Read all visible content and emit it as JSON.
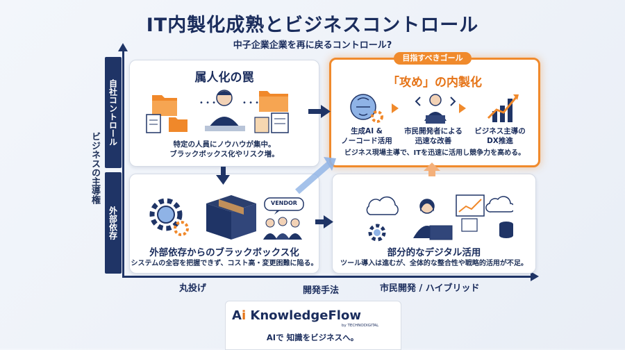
{
  "title": "IT内製化成熟とビジネスコントロール",
  "subtitle": "中子企業企業を再に戻るコントロール?",
  "y_axis": {
    "label": "ビジネスの主導権",
    "band_top": "自社コントロール",
    "band_bottom": "外部依存"
  },
  "x_axis": {
    "label": "開発手法",
    "tick_left": "丸投げ",
    "tick_right": "市民開発 / ハイブリッド"
  },
  "panels": {
    "top_left": {
      "title": "属人化の罠",
      "desc_line1": "特定の人員にノウハウが集中。",
      "desc_line2": "ブラックボックス化やリスク増。"
    },
    "bottom_left": {
      "title": "外部依存からのブラックボックス化",
      "desc": "システムの全容を把握できず、コスト高・変更困難に陥る。",
      "vendor_label": "VENDOR"
    },
    "bottom_right": {
      "title": "部分的なデジタル活用",
      "desc": "ツール導入は進むが、全体的な整合性や戦略的活用が不足。"
    },
    "top_right": {
      "badge": "目指すべきゴール",
      "title": "「攻め」の内製化",
      "steps": [
        {
          "line1": "生成AI &",
          "line2": "ノーコード活用"
        },
        {
          "line1": "市民開発者による",
          "line2": "迅速な改善"
        },
        {
          "line1": "ビジネス主導の",
          "line2": "DX推進"
        }
      ],
      "desc": "ビジネス現場主導で、ITを迅速に活用し競争力を高める。"
    }
  },
  "footer": {
    "logo_ai": "A",
    "logo_i": "i",
    "logo_name": "KnowledgeFlow",
    "logo_by": "by TECHNODIGITAL",
    "tagline": "AIで 知識をビジネスへ。"
  },
  "colors": {
    "navy": "#1f3466",
    "accent_orange": "#f08a2c",
    "folder_orange": "#f0882a",
    "light_blue": "#8fb3e6"
  }
}
